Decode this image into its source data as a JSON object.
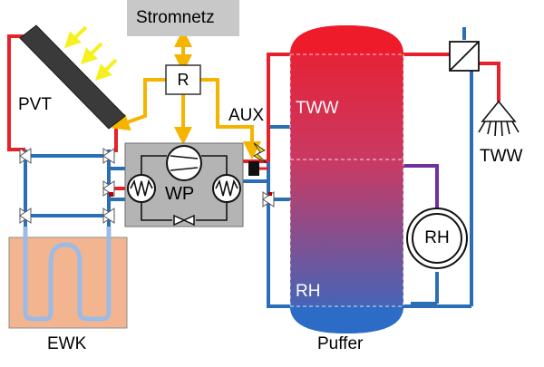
{
  "labels": {
    "grid": "Stromnetz",
    "controller": "R",
    "collector": "PVT",
    "aux": "AUX",
    "hot_water_zone": "TWW",
    "heating_zone": "RH",
    "heat_pump": "WP",
    "heating_circuit": "RH",
    "hot_water_tap": "TWW",
    "ground_exchanger": "EWK",
    "storage": "Puffer"
  },
  "colors": {
    "hot_pipe": "#e8202a",
    "cold_pipe": "#2a6fb5",
    "signal": "#f5b400",
    "heating_loop": "#7030a0",
    "ground": "#f2b58f",
    "ground_pipe": "#9bbbe6",
    "collector": "#3a3a3a",
    "sun_rays": "#f5f01e",
    "grid_box": "#c8c8c8",
    "heat_pump_box": "#b4b4b4",
    "tank_top": "#ee1c2b",
    "tank_bottom": "#2d6cc6"
  },
  "icons": [
    "sun-ray-arrow",
    "compressor-icon",
    "heat-exchanger-icon",
    "expansion-valve-icon",
    "three-way-valve-icon",
    "electric-heater-icon",
    "plate-heat-exchanger-icon",
    "shower-head-icon"
  ]
}
